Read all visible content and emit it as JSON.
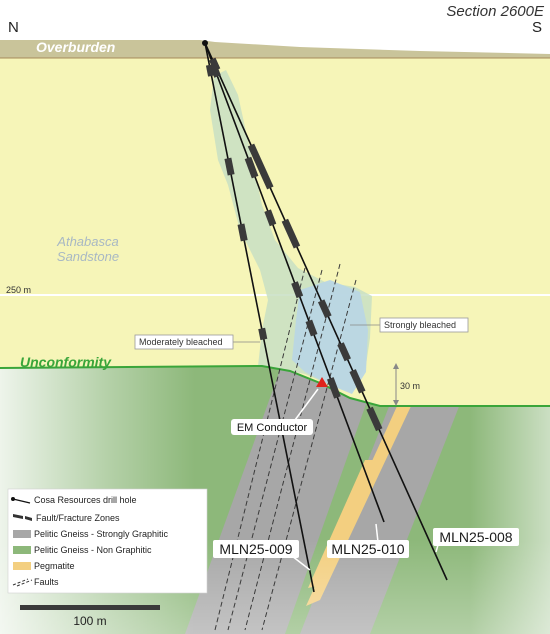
{
  "header": {
    "north": "N",
    "south": "S",
    "section": "Section 2600E"
  },
  "units": {
    "overburden": "Overburden",
    "sandstone_line1": "Athabasca",
    "sandstone_line2": "Sandstone",
    "unconformity": "Unconformity"
  },
  "annotations": {
    "elevation": "250 m",
    "moderately_bleached": "Moderately bleached",
    "strongly_bleached": "Strongly bleached",
    "vertical_scale": "30 m",
    "em_conductor": "EM Conductor"
  },
  "drill_holes": [
    "MLN25-009",
    "MLN25-010",
    "MLN25-008"
  ],
  "legend": {
    "items": [
      {
        "label": "Cosa Resources drill hole",
        "symbol": "drill-hole"
      },
      {
        "label": "Fault/Fracture Zones",
        "symbol": "fault-zone"
      },
      {
        "label": "Pelitic Gneiss - Strongly Graphitic",
        "symbol": "swatch",
        "color": "#a7a7a7"
      },
      {
        "label": "Pelitic Gneiss - Non Graphitic",
        "symbol": "swatch",
        "color": "#8db87a"
      },
      {
        "label": "Pegmatite",
        "symbol": "swatch",
        "color": "#f3cf80"
      },
      {
        "label": "Faults",
        "symbol": "dashed-lines"
      }
    ]
  },
  "scale_bar": {
    "label": "100 m"
  },
  "colors": {
    "overburden": "#c9c49a",
    "sandstone": "#f6f5b8",
    "basement_green": "#8db87a",
    "graphitic_grey": "#a7a7a7",
    "pegmatite": "#f3cf80",
    "bleach_moderate": "#c8dfc3",
    "bleach_strong": "#b9d6e4",
    "unconformity_line": "#3aa53a",
    "em_marker": "#e0231b"
  }
}
